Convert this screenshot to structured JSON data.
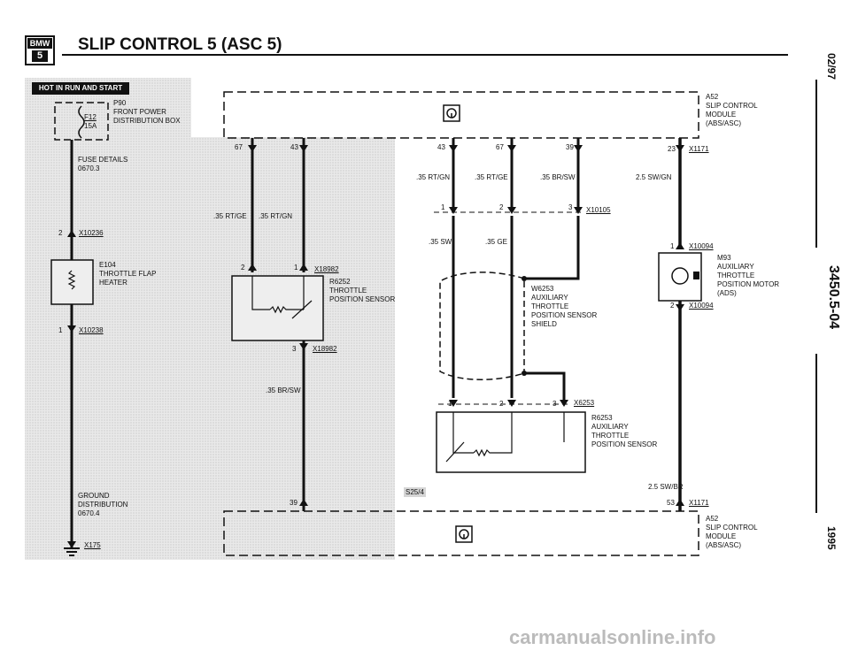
{
  "header": {
    "title": "SLIP CONTROL 5 (ASC 5)",
    "logo_top": "BMW",
    "logo_bottom": "5"
  },
  "side": {
    "date": "02/97",
    "page_code": "3450.5-04",
    "year": "1995"
  },
  "banner": "HOT IN RUN AND START",
  "power_box": {
    "id": "P90",
    "line1": "FRONT POWER",
    "line2": "DISTRIBUTION BOX",
    "fuse": "F12",
    "amp": "15A"
  },
  "fuse_details": {
    "line1": "FUSE DETAILS",
    "line2": "0670.3"
  },
  "connectors": {
    "x10236": "X10236",
    "x10238": "X10238",
    "x18982_top": "X18982",
    "x18982_bottom": "X18982",
    "x10105": "X10105",
    "x1171_top": "X1171",
    "x1171_bottom": "X1171",
    "x10094_top": "X10094",
    "x10094_bottom": "X10094",
    "x6253": "X6253",
    "x175": "X175"
  },
  "e104": {
    "id": "E104",
    "line1": "THROTTLE FLAP",
    "line2": "HEATER"
  },
  "r6252": {
    "id": "R6252",
    "line1": "THROTTLE",
    "line2": "POSITION SENSOR"
  },
  "w6253": {
    "id": "W6253",
    "line1": "AUXILIARY",
    "line2": "THROTTLE",
    "line3": "POSITION SENSOR",
    "line4": "SHIELD"
  },
  "r6253": {
    "id": "R6253",
    "line1": "AUXILIARY",
    "line2": "THROTTLE",
    "line3": "POSITION SENSOR"
  },
  "m93": {
    "id": "M93",
    "line1": "AUXILIARY",
    "line2": "THROTTLE",
    "line3": "POSITION MOTOR",
    "line4": "(ADS)"
  },
  "a52_top": {
    "id": "A52",
    "line1": "SLIP CONTROL",
    "line2": "MODULE",
    "line3": "(ABS/ASC)"
  },
  "a52_bottom": {
    "id": "A52",
    "line1": "SLIP CONTROL",
    "line2": "MODULE",
    "line3": "(ABS/ASC)"
  },
  "ground": {
    "line1": "GROUND",
    "line2": "DISTRIBUTION",
    "line3": "0670.4"
  },
  "pins": {
    "p67a": "67",
    "p43a": "43",
    "p43b": "43",
    "p67b": "67",
    "p39a": "39",
    "p23": "23",
    "p1_x10105": "1",
    "p2_x10105": "2",
    "p3_x10105": "3",
    "p2_x18982": "2",
    "p1_x18982": "1",
    "p3_x18982": "3",
    "p2_x10236": "2",
    "p1_x10238": "1",
    "p1_x10094": "1",
    "p2_x10094": "2",
    "p1_x6253": "1",
    "p2_x6253": "2",
    "p3_x6253": "3",
    "p39b": "39",
    "p53": "53"
  },
  "wires": {
    "w1": ".35 RT/GN",
    "w2": ".35 RT/GE",
    "w3": ".35 BR/SW",
    "w4": "2.5 SW/GN",
    "w5": ".35 SW",
    "w6": ".35 GE",
    "w7": ".35 RT/GE",
    "w8": ".35 RT/GN",
    "w9": ".35 BR/SW",
    "w10": "2.5 SW/BR"
  },
  "ref_tag": "S25/4",
  "watermark": "carmanualsonline.info"
}
